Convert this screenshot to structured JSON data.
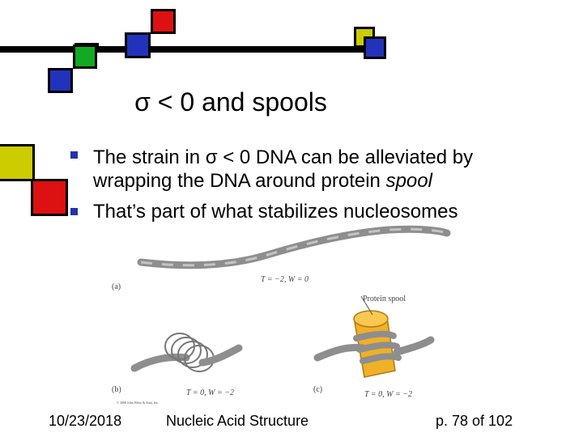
{
  "slide": {
    "title": "σ < 0  and spools",
    "bullets": [
      {
        "segments": [
          {
            "text": "The strain in σ < 0 DNA can be alleviated by",
            "italic": false
          }
        ]
      },
      {
        "segments": [
          {
            "text": "wrapping the DNA around protein ",
            "italic": false
          },
          {
            "text": "spool",
            "italic": true
          }
        ]
      },
      {
        "segments": [
          {
            "text": "That’s part of what stabilizes nucleosomes",
            "italic": false
          }
        ]
      }
    ]
  },
  "figure": {
    "panel_a": {
      "label": "(a)",
      "caption": "T = −2, W = 0"
    },
    "panel_b": {
      "label": "(b)",
      "caption": "T = 0, W = −2"
    },
    "panel_c": {
      "label": "(c)",
      "caption": "T = 0, W = −2",
      "spool_label": "Protein spool"
    },
    "copyright": "© 2000 John Wiley & Sons, Inc."
  },
  "footer": {
    "date": "10/23/2018",
    "center": "Nucleic Acid Structure",
    "page": "p. 78 of 102"
  },
  "colors": {
    "red": "#dd1111",
    "blue": "#2233bb",
    "green": "#11aa22",
    "yellow": "#cccc00",
    "bullet": "#2233aa",
    "dna": "#999999",
    "spool": "#f0b028"
  }
}
